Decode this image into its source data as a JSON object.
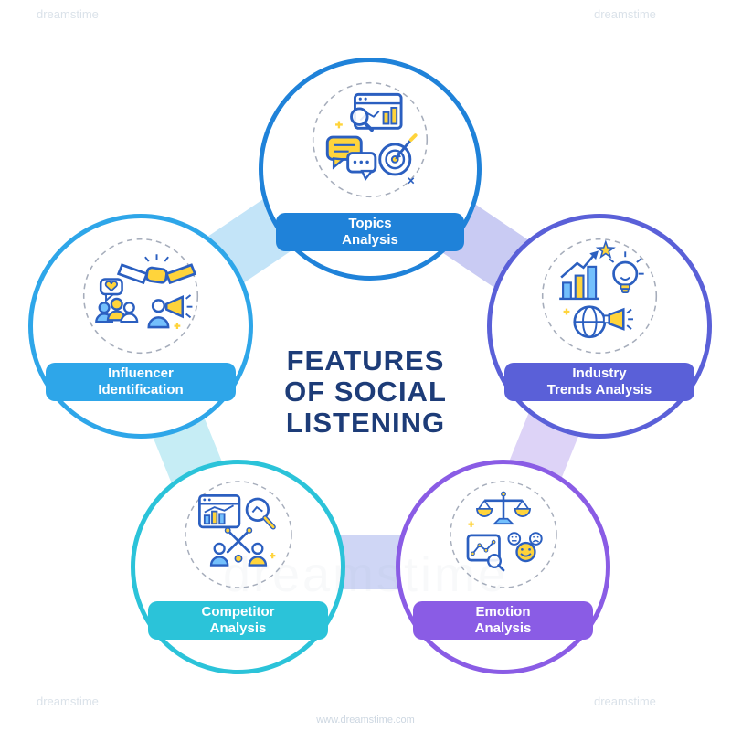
{
  "title": {
    "lines": [
      "FEATURES",
      "OF SOCIAL",
      "LISTENING"
    ],
    "color": "#1d3c78"
  },
  "watermark": {
    "text": "dreamstime",
    "url": "www.dreamstime.com"
  },
  "nodes": [
    {
      "id": "topics-analysis",
      "label_lines": [
        "Topics",
        "Analysis"
      ],
      "accent_color": "#1f82d9",
      "icons": [
        "analytics-window-icon",
        "search-icon",
        "chat-bubbles-icon",
        "target-arrow-icon"
      ]
    },
    {
      "id": "influencer-identification",
      "label_lines": [
        "Influencer",
        "Identification"
      ],
      "accent_color": "#2ea6e9",
      "icons": [
        "handshake-icon",
        "audience-heart-icon",
        "announcer-megaphone-icon"
      ]
    },
    {
      "id": "industry-trends-analysis",
      "label_lines": [
        "Industry",
        "Trends Analysis"
      ],
      "accent_color": "#5a60d8",
      "icons": [
        "growth-chart-star-icon",
        "lightbulb-icon",
        "globe-megaphone-icon"
      ]
    },
    {
      "id": "competitor-analysis",
      "label_lines": [
        "Competitor",
        "Analysis"
      ],
      "accent_color": "#2bc3d9",
      "icons": [
        "chart-window-icon",
        "magnifier-icon",
        "rivals-crossed-swords-icon"
      ]
    },
    {
      "id": "emotion-analysis",
      "label_lines": [
        "Emotion",
        "Analysis"
      ],
      "accent_color": "#8a5ce5",
      "icons": [
        "balance-scale-icon",
        "emoji-faces-icon",
        "sentiment-chart-icon"
      ]
    }
  ],
  "connectors": [
    {
      "between": "topics-influencer",
      "color": "#c3e4f8"
    },
    {
      "between": "topics-industry",
      "color": "#c9cbf3"
    },
    {
      "between": "influencer-competitor",
      "color": "#c6edf5"
    },
    {
      "between": "industry-emotion",
      "color": "#ddd3f7"
    },
    {
      "between": "competitor-emotion",
      "color": "#cfd6f5"
    }
  ]
}
